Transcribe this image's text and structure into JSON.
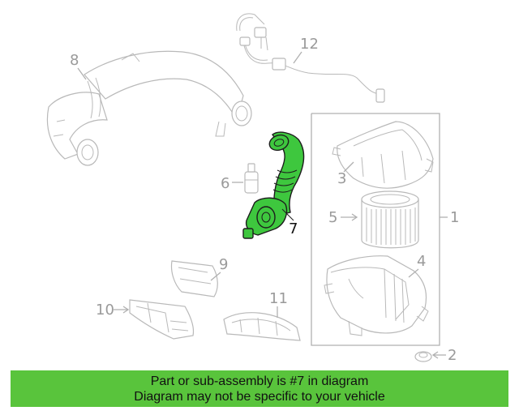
{
  "colors": {
    "highlight": "#3ec73e",
    "banner": "#59c43c",
    "outline": "#b9b9b9",
    "callout_text": "#9a9a9a"
  },
  "callouts": {
    "c1": "1",
    "c2": "2",
    "c3": "3",
    "c4": "4",
    "c5": "5",
    "c6": "6",
    "c7": "7",
    "c8": "8",
    "c9": "9",
    "c10": "10",
    "c11": "11",
    "c12": "12"
  },
  "banner": {
    "line1": "Part or sub-assembly is #7 in diagram",
    "line2": "Diagram may not be specific to your vehicle"
  }
}
